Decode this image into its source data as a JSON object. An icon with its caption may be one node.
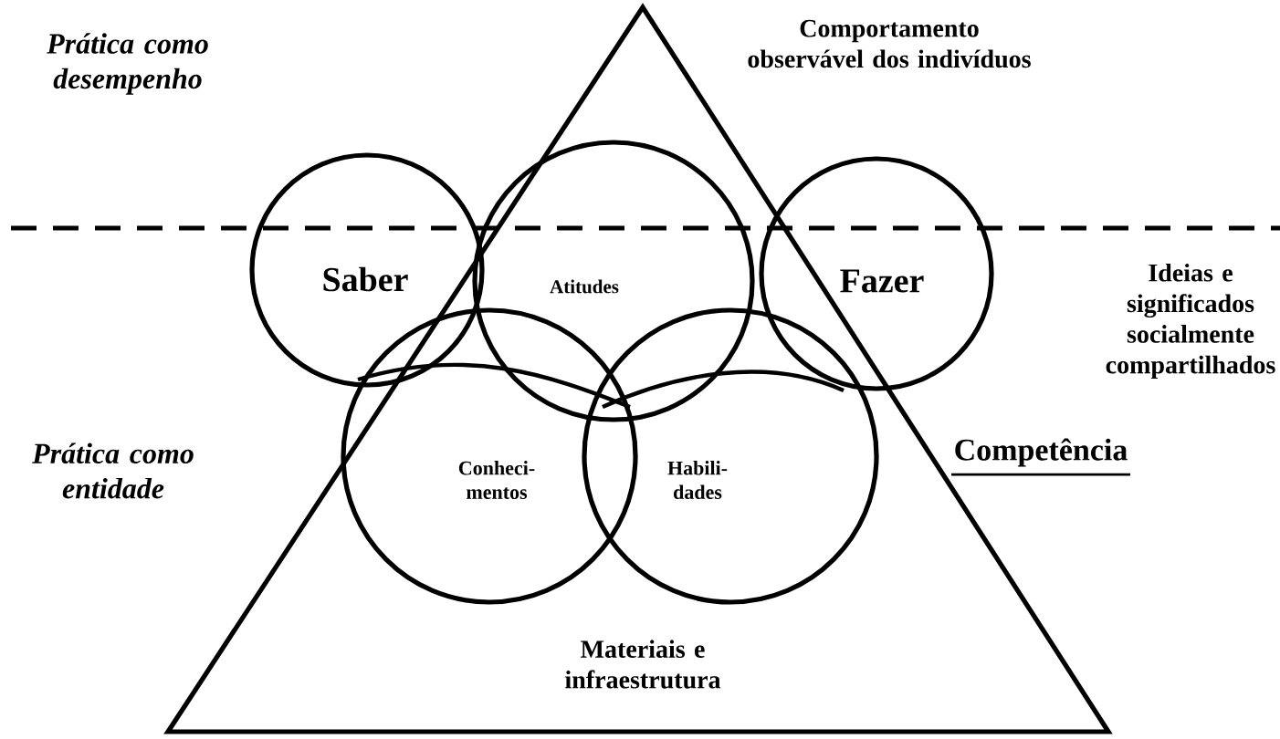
{
  "diagram": {
    "nodes": [
      {
        "text": [
          "Materiais e infraestrutura"
        ]
      },
      {
        "text": [
          "Saber"
        ]
      },
      {
        "text": [
          "Atitudes"
        ],
        "in": 0
      },
      {
        "text": [
          "Fazer"
        ]
      },
      {
        "text": [
          "Conheci- mentos"
        ],
        "in": 0
      },
      {
        "text": [
          "Habili- dades"
        ],
        "in": 0
      }
    ],
    "labels": [
      "Prática como desempenho",
      "Comportamento observável dos indivíduos",
      "Ideias e significados socialmente compartilhados",
      "Prática como entidade",
      "Competência"
    ]
  }
}
